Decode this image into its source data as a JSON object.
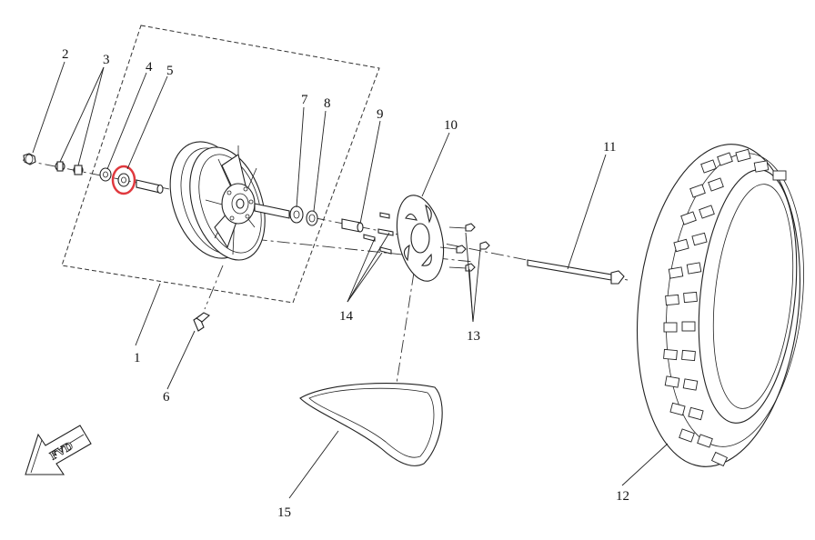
{
  "diagram": {
    "callouts": {
      "c1": "1",
      "c2": "2",
      "c3": "3",
      "c4": "4",
      "c5": "5",
      "c6": "6",
      "c7": "7",
      "c8": "8",
      "c9": "9",
      "c10": "10",
      "c11": "11",
      "c12": "12",
      "c13": "13",
      "c14": "14",
      "c15": "15"
    },
    "direction_label": "FVD",
    "highlight_color": "#e0393e"
  }
}
